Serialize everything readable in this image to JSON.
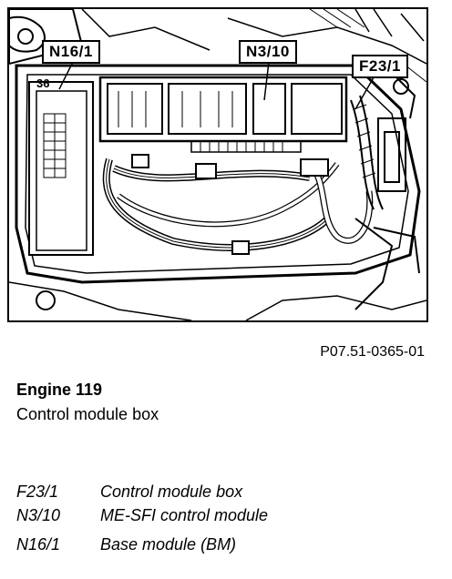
{
  "figure": {
    "callouts": {
      "n16": "N16/1",
      "n3": "N3/10",
      "f23": "F23/1"
    },
    "part_marking": "36"
  },
  "figure_reference": "P07.51-0365-01",
  "heading": {
    "title": "Engine 119",
    "subtitle": "Control module box"
  },
  "legend": [
    {
      "code": "F23/1",
      "description": "Control module box"
    },
    {
      "code": "N3/10",
      "description": "ME-SFI control module"
    },
    {
      "code": "N16/1",
      "description": "Base module (BM)"
    }
  ]
}
